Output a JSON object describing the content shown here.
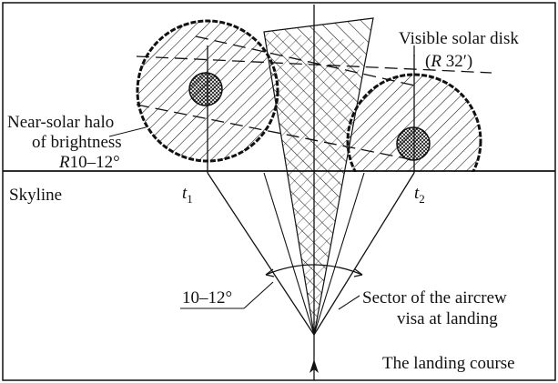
{
  "labels": {
    "visible_disk_line1": "Visible solar disk",
    "visible_disk_R": "R",
    "visible_disk_val": "32′",
    "halo_line1": "Near-solar halo",
    "halo_line2": "of brightness",
    "halo_R": "R",
    "halo_val": "10–12°",
    "skyline": "Skyline",
    "t_symbol": "t",
    "t1_sub": "1",
    "t2_sub": "2",
    "angle": "10–12°",
    "sector_line1": "Sector of the aircrew",
    "sector_line2": "visa at landing",
    "course": "The landing course"
  },
  "colors": {
    "ink": "#111111",
    "background": "#ffffff"
  }
}
